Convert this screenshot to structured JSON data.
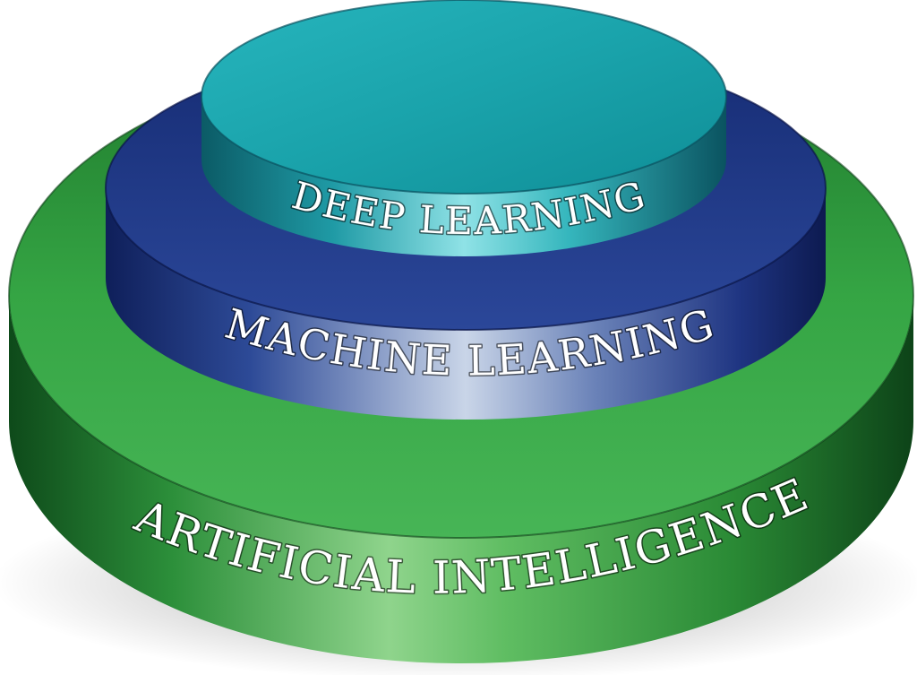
{
  "tiers": [
    {
      "id": "artificial_intelligence",
      "label": "ARTIFICIAL INTELLIGENCE",
      "color": "#2e9b3c"
    },
    {
      "id": "machine_learning",
      "label": "MACHINE LEARNING",
      "color": "#233c8c"
    },
    {
      "id": "deep_learning",
      "label": "DEEP LEARNING",
      "color": "#1fa5ad"
    }
  ],
  "background": "#ffffff"
}
